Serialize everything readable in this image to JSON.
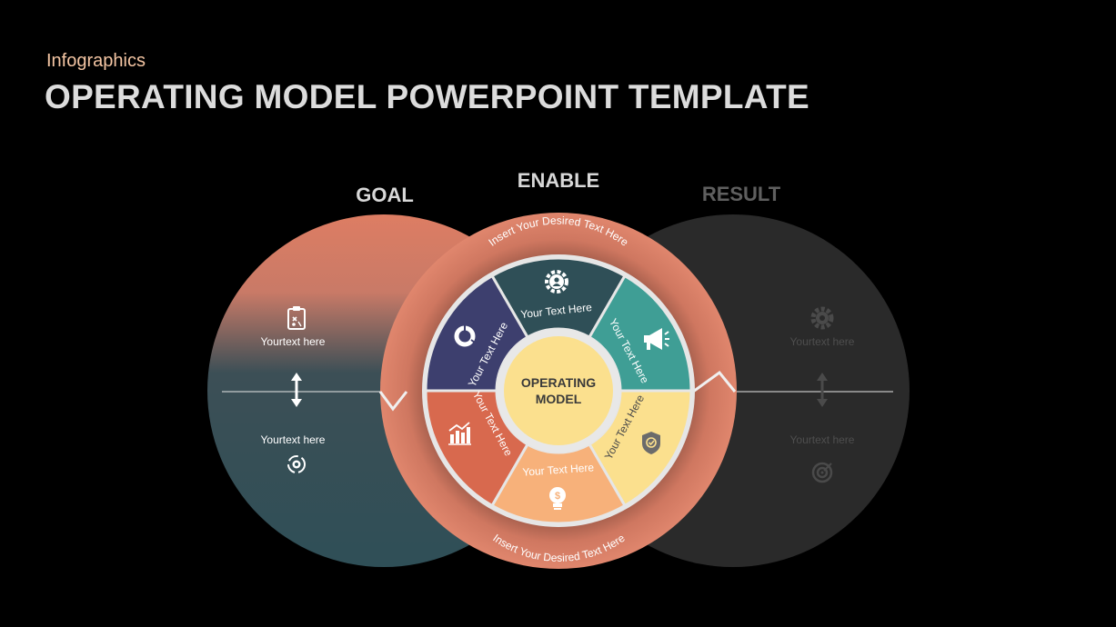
{
  "header": {
    "subtitle": "Infographics",
    "title": "OPERATING MODEL POWERPOINT TEMPLATE"
  },
  "columns": {
    "goal": "GOAL",
    "enable": "ENABLE",
    "result": "RESULT"
  },
  "goal": {
    "top_text": "Yourtext here",
    "bottom_text": "Yourtext here",
    "top_icon": "clipboard-strategy-icon",
    "middle_icon": "up-down-arrow-icon",
    "bottom_icon": "cycle-gear-icon"
  },
  "result": {
    "top_text": "Yourtext here",
    "bottom_text": "Yourtext here",
    "top_icon": "gear-icon",
    "middle_icon": "up-down-arrow-icon",
    "bottom_icon": "target-icon"
  },
  "center": {
    "line1": "OPERATING",
    "line2": "MODEL"
  },
  "ring": {
    "top_text": "Insert Your Desired Text Here",
    "bottom_text": "Insert Your Desired Text Here"
  },
  "segments": [
    {
      "text": "Your Text Here",
      "color": "#2f4f57",
      "icon": "gear-person-icon"
    },
    {
      "text": "Your Text Here",
      "color": "#3f9e95",
      "icon": "megaphone-icon"
    },
    {
      "text": "Your Text Here",
      "color": "#fbe08e",
      "icon": "shield-check-icon"
    },
    {
      "text": "Your Text Here",
      "color": "#f7b17a",
      "icon": "idea-dollar-icon"
    },
    {
      "text": "Your Text Here",
      "color": "#d8694e",
      "icon": "growth-chart-icon"
    },
    {
      "text": "Your Text Here",
      "color": "#3d3f6e",
      "icon": "donut-chart-icon"
    }
  ],
  "colors": {
    "orange": "#d97a63",
    "teal_dark": "#2f4f57",
    "result_gray": "#2a2a2a",
    "center_yellow": "#fbe08e"
  }
}
